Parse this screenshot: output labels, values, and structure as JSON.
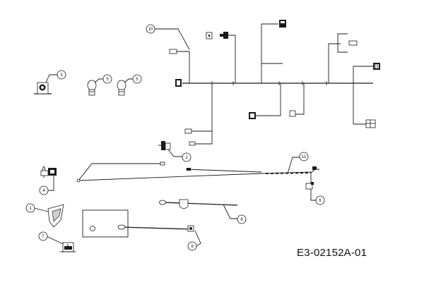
{
  "drawing_code": "E3-02152A-01",
  "callouts": [
    {
      "id": "c1",
      "label": "1"
    },
    {
      "id": "c2",
      "label": "2"
    },
    {
      "id": "c3",
      "label": "3"
    },
    {
      "id": "c4",
      "label": "4"
    },
    {
      "id": "c5a",
      "label": "5"
    },
    {
      "id": "c5b",
      "label": "5"
    },
    {
      "id": "c6",
      "label": "6"
    },
    {
      "id": "c7",
      "label": "7"
    },
    {
      "id": "c8",
      "label": "8"
    },
    {
      "id": "c9",
      "label": "9"
    },
    {
      "id": "c10",
      "label": "10"
    },
    {
      "id": "c11",
      "label": "11"
    }
  ],
  "colors": {
    "line": "#1a1a1a",
    "background": "#ffffff"
  }
}
